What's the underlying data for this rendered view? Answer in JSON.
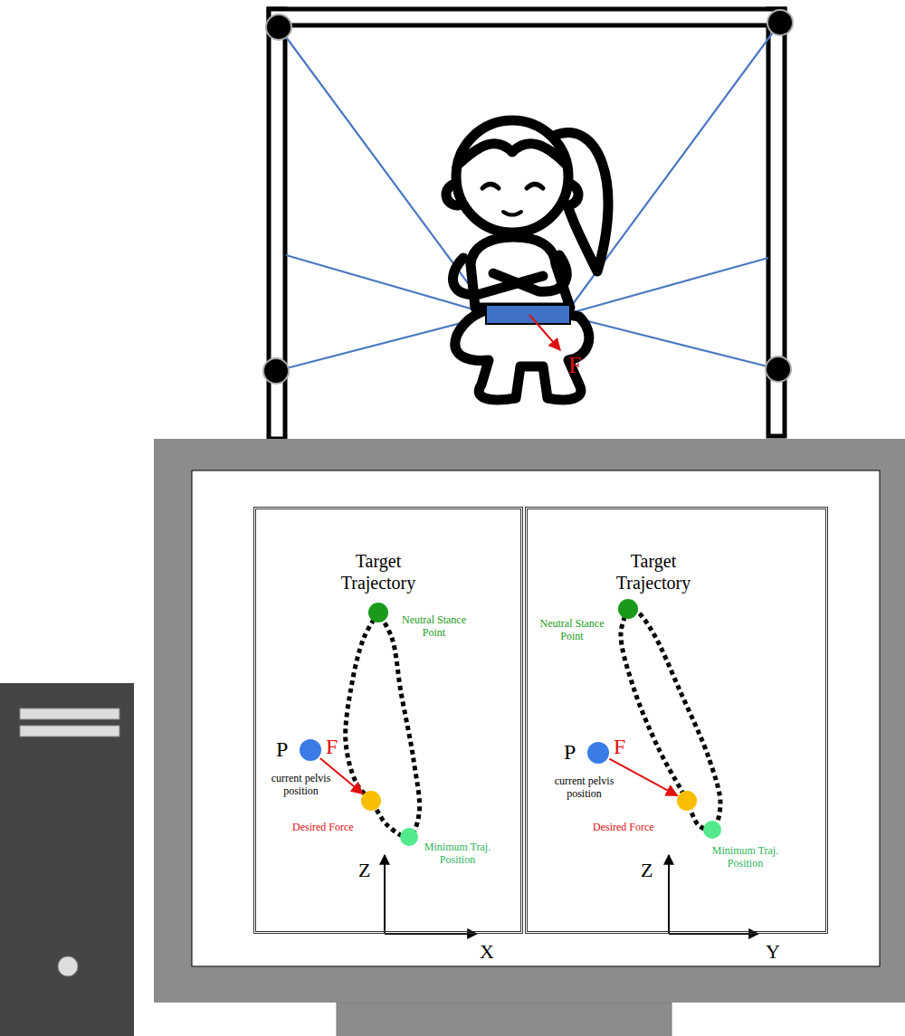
{
  "diagram": {
    "nodes": [
      {
        "text": [
          "Target Trajectory"
        ]
      },
      {
        "text": [
          "Neutral Stance Point"
        ],
        "in": 0
      },
      {
        "text": [
          "P",
          "current pelvis position"
        ],
        "in": 0
      },
      {
        "text": [
          "Desired Force"
        ],
        "in": 0
      },
      {
        "text": [
          "Minimum Traj. Position"
        ],
        "in": 0
      },
      {
        "text": [
          "Target Trajectory"
        ]
      },
      {
        "text": [
          "Neutral Stance Point"
        ],
        "in": 5
      },
      {
        "text": [
          "P",
          "current pelvis position"
        ],
        "in": 5
      },
      {
        "text": [
          "Desired Force"
        ],
        "in": 5
      },
      {
        "text": [
          "Minimum Traj. Position"
        ],
        "in": 5
      }
    ],
    "edges": [
      {
        "from": 2,
        "to": 3,
        "label": "F",
        "arrow": "to"
      },
      {
        "from": 7,
        "to": 8,
        "label": "F",
        "arrow": "to"
      }
    ],
    "labels": [
      "F",
      "Z",
      "X",
      "Z",
      "Y"
    ]
  }
}
